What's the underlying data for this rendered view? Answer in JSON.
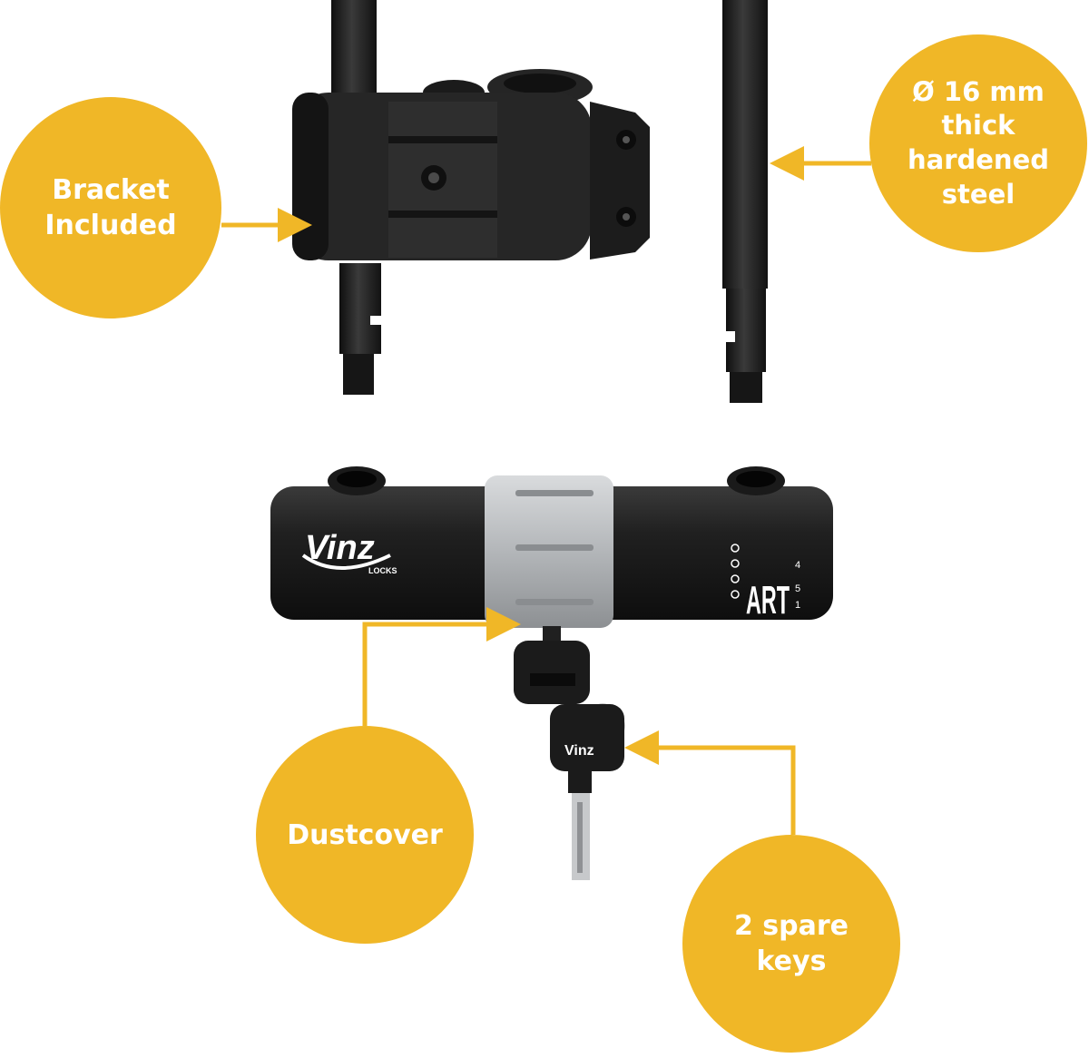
{
  "colors": {
    "accent": "#F0B727",
    "lock_body": "#1c1c1c",
    "lock_sleeve": "#b9bcbf",
    "shackle": "#1f1f1f"
  },
  "callouts": {
    "bracket": "Bracket\nIncluded",
    "steel": "Ø 16 mm\nthick hardened\nsteel",
    "dustcover": "Dustcover",
    "keys": "2 spare\nkeys"
  },
  "product": {
    "brand_logo": "Vinz",
    "brand_sub": "LOCKS",
    "model_mark": "ART",
    "art_digits": [
      "4",
      "5",
      "1"
    ],
    "key_brand": "Vinz"
  }
}
